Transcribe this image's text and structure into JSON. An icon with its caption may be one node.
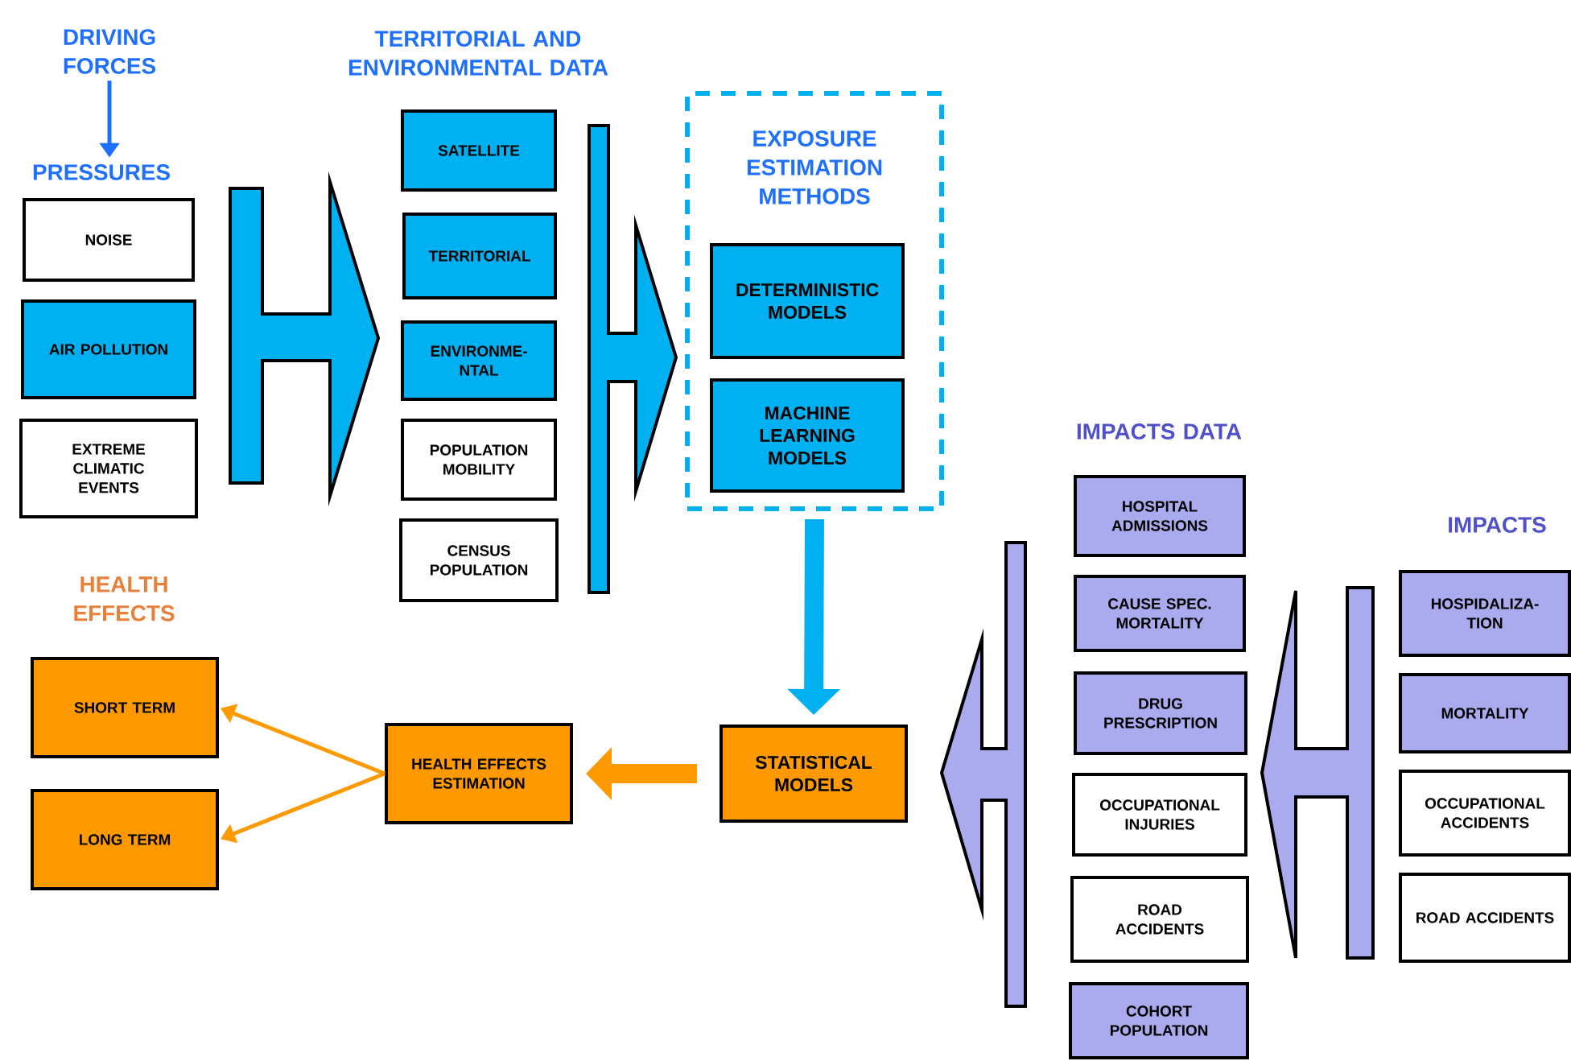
{
  "diagram": {
    "nodes": [
      {
        "text": [
          "DRIVING FORCES"
        ]
      },
      {
        "text": [
          "PRESSURES"
        ]
      },
      {
        "text": [
          "NOISE"
        ]
      },
      {
        "text": [
          "AIR POLLUTION"
        ]
      },
      {
        "text": [
          "EXTREME CLIMATIC EVENTS"
        ]
      },
      {
        "text": [],
        "shape": "arrow"
      },
      {
        "text": [
          "SATELLITE"
        ]
      },
      {
        "text": [
          "TERRITORIAL"
        ]
      },
      {
        "text": [
          "ENVIRONME- NTAL"
        ]
      },
      {
        "text": [
          "POPULATION MOBILITY"
        ]
      },
      {
        "text": [
          "CENSUS POPULATION"
        ]
      },
      {
        "text": [],
        "shape": "arrow"
      },
      {
        "text": [
          "EXPOSURE ESTIMATION METHODS"
        ]
      },
      {
        "text": [
          "DETERMINISTIC MODELS"
        ],
        "in": 12
      },
      {
        "text": [
          "MACHINE LEARNING MODELS"
        ],
        "in": 12
      },
      {
        "text": [
          "SHORT TERM"
        ]
      },
      {
        "text": [
          "LONG TERM"
        ]
      },
      {
        "text": [
          "HEALTH EFFECTS ESTIMATION"
        ]
      },
      {
        "text": [
          "STATISTICAL MODELS"
        ]
      },
      {
        "text": [],
        "shape": "arrow"
      },
      {
        "text": [
          "HOSPITAL ADMISSIONS"
        ]
      },
      {
        "text": [
          "CAUSE SPEC. MORTALITY"
        ]
      },
      {
        "text": [
          "DRUG PRESCRIPTION"
        ]
      },
      {
        "text": [
          "OCCUPATIONAL INJURIES"
        ]
      },
      {
        "text": [
          "ROAD ACCIDENTS"
        ]
      },
      {
        "text": [
          "COHORT POPULATION"
        ]
      },
      {
        "text": [],
        "shape": "arrow"
      },
      {
        "text": [
          "HOSPIDALIZA- TION"
        ]
      },
      {
        "text": [
          "MORTALITY"
        ]
      },
      {
        "text": [
          "OCCUPATIONAL ACCIDENTS"
        ]
      },
      {
        "text": [
          "ROAD ACCIDENTS"
        ]
      }
    ],
    "edges": [
      {
        "from": 0,
        "to": 1,
        "arrow": "to",
        "color": "#1f6fff"
      },
      {
        "from": 12,
        "to": 18,
        "arrow": "to",
        "style": "thick",
        "color": "#00b0f0"
      },
      {
        "from": 18,
        "to": 17,
        "arrow": "to",
        "style": "thick",
        "color": "#ff9900"
      },
      {
        "from": 17,
        "to": 15,
        "arrow": "to",
        "color": "#ff9900"
      },
      {
        "from": 17,
        "to": 16,
        "arrow": "to",
        "color": "#ff9900"
      }
    ],
    "labels": [
      "TERRITORIAL AND ENVIRONMENTAL DATA",
      "HEALTH EFFECTS",
      "IMPACTS DATA",
      "IMPACTS"
    ]
  }
}
